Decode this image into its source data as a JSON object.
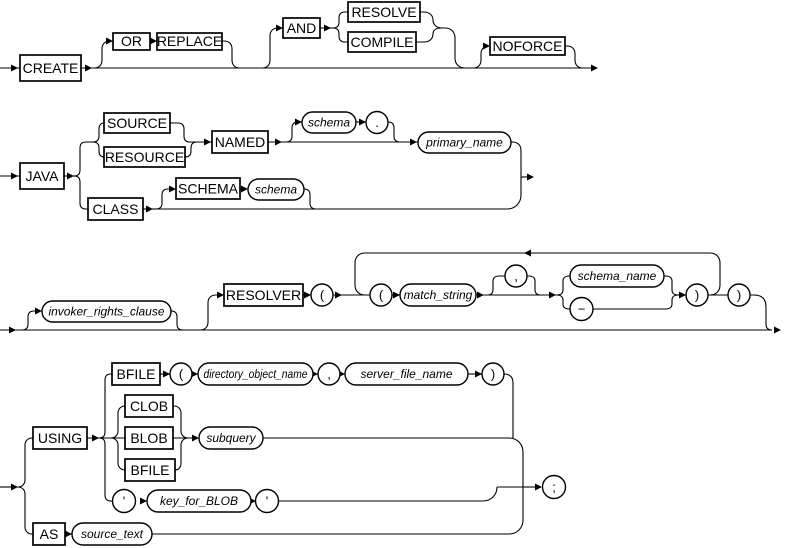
{
  "diagram": {
    "row1": {
      "create": "CREATE",
      "or": "OR",
      "replace": "REPLACE",
      "and": "AND",
      "resolve": "RESOLVE",
      "compile": "COMPILE",
      "noforce": "NOFORCE"
    },
    "row2": {
      "java": "JAVA",
      "source": "SOURCE",
      "resource": "RESOURCE",
      "named": "NAMED",
      "schema": "schema",
      "dot": ".",
      "primary_name": "primary_name",
      "class": "CLASS",
      "schema_kw": "SCHEMA",
      "schema2": "schema"
    },
    "row3": {
      "invoker_rights_clause": "invoker_rights_clause",
      "resolver": "RESOLVER",
      "lparen1": "(",
      "lparen2": "(",
      "match_string": "match_string",
      "comma": ",",
      "schema_name": "schema_name",
      "dash": "−",
      "rparen1": ")",
      "rparen2": ")"
    },
    "row4": {
      "using": "USING",
      "bfile1": "BFILE",
      "lparen": "(",
      "directory_object_name": "directory_object_name",
      "comma": ",",
      "server_file_name": "server_file_name",
      "rparen": ")",
      "clob": "CLOB",
      "blob": "BLOB",
      "bfile2": "BFILE",
      "subquery": "subquery",
      "quote1": "'",
      "key_for_blob": "key_for_BLOB",
      "quote2": "'",
      "as": "AS",
      "source_text": "source_text",
      "semicolon": ";"
    }
  },
  "colors": {
    "line": "#000000",
    "background": "#ffffff",
    "box_fill": "#ffffff"
  }
}
